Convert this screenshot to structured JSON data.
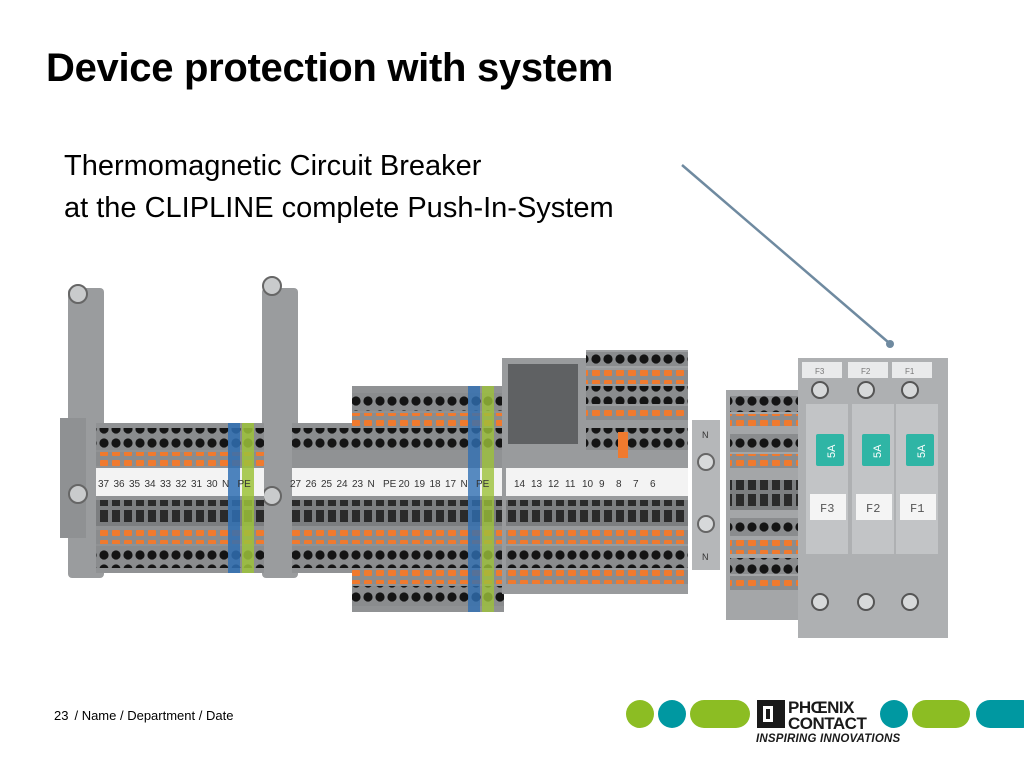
{
  "slide": {
    "title": "Device protection with system",
    "subtitle_line1": "Thermomagnetic Circuit Breaker",
    "subtitle_line2": "at the CLIPLINE complete Push-In-System"
  },
  "photo": {
    "terminal_labels_left": [
      "37",
      "36",
      "35",
      "34",
      "33",
      "32",
      "31",
      "30",
      "N",
      "PE"
    ],
    "terminal_labels_mid": [
      "27",
      "26",
      "25",
      "24",
      "23",
      "N",
      "PE",
      "20",
      "19",
      "18",
      "17",
      "N",
      "PE"
    ],
    "terminal_labels_right": [
      "14",
      "13",
      "12",
      "11",
      "10",
      "9",
      "8",
      "7",
      "6"
    ],
    "n_markers": [
      "N",
      "N"
    ],
    "breaker_top_labels": [
      "F3",
      "F2",
      "F1"
    ],
    "breaker_ratings": [
      "5A",
      "5A",
      "5A"
    ],
    "breaker_bottom_labels": [
      "F3",
      "F2",
      "F1"
    ]
  },
  "footer": {
    "page_number": "23",
    "meta": "/ Name / Department / Date"
  },
  "brand": {
    "logo_line1": "PHŒNIX",
    "logo_line2": "CONTACT",
    "tagline": "INSPIRING INNOVATIONS",
    "green": "#8cbd23",
    "teal": "#0098a1"
  }
}
